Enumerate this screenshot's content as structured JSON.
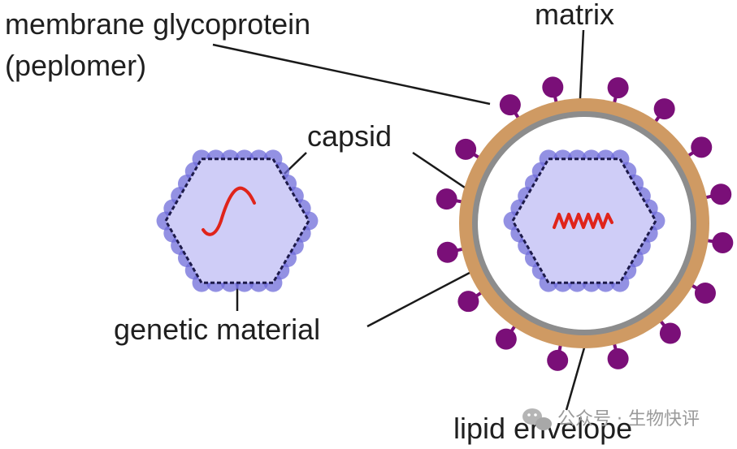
{
  "labels": {
    "glycoprotein_line1": "membrane glycoprotein",
    "glycoprotein_line2": "(peplomer)",
    "matrix": "matrix",
    "capsid": "capsid",
    "genetic_material": "genetic material",
    "lipid_envelope": "lipid envelope"
  },
  "watermark": {
    "text": "公众号 · 生物快评",
    "icon": "wechat-icon"
  },
  "colors": {
    "capsid_fill": "#cfcdf7",
    "capsomere": "#6f6cd9",
    "capsid_edge": "#1d1a4a",
    "rna": "#e0241b",
    "envelope": "#cf9a63",
    "matrix": "#8c8c8c",
    "peplomer": "#7a0f78",
    "leader_line": "#1a1a1a"
  }
}
